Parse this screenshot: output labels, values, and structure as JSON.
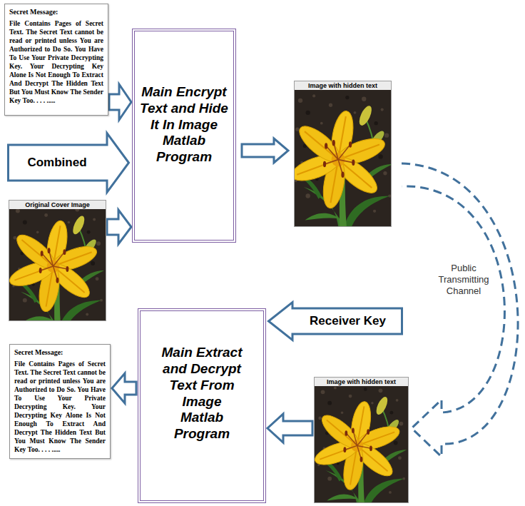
{
  "diagram": {
    "nodes": [
      {
        "text": [
          "Secret Message:",
          "File Contains Pages of Secret Text. The Secret Text cannot be read or printed unless You are Authorized to Do So. You Have To Use Your Private Decrypting Key. Your Decrypting Key Alone Is Not Enough To Extract And Decrypt The Hidden Text But You Must Know The Sender Key Too. . . . ....."
        ]
      },
      {
        "text": [
          "Combined"
        ]
      },
      {
        "text": [
          "Main Encrypt Text and Hide It In Image Matlab Program"
        ]
      },
      {
        "text": [
          "Original Cover Image"
        ]
      },
      {
        "text": [
          "Image with hidden text"
        ]
      },
      {
        "text": [
          "Main Extract and Decrypt Text From Image Matlab Program"
        ]
      },
      {
        "text": [
          "Receiver Key"
        ]
      },
      {
        "text": [
          "Secret Message:",
          "File Contains Pages of Secret Text. The Secret Text cannot be read or printed unless You are Authorized to Do So. You Have To Use Your Private Decrypting Key. Your Decrypting Key Alone Is Not Enough To Extract And Decrypt The Hidden Text But You Must Know The Sender Key Too. . . . ....."
        ]
      },
      {
        "text": [
          "Image with hidden text"
        ]
      }
    ],
    "edges": [
      {
        "from": 0,
        "to": 2,
        "arrow": "to"
      },
      {
        "from": 3,
        "to": 2,
        "arrow": "to"
      },
      {
        "from": 2,
        "to": 4,
        "arrow": "to"
      },
      {
        "from": 4,
        "to": 8,
        "arrow": "to",
        "label": "Public Transmitting Channel"
      },
      {
        "from": 8,
        "to": 5,
        "arrow": "to"
      },
      {
        "from": 5,
        "to": 7,
        "arrow": "to"
      }
    ]
  }
}
